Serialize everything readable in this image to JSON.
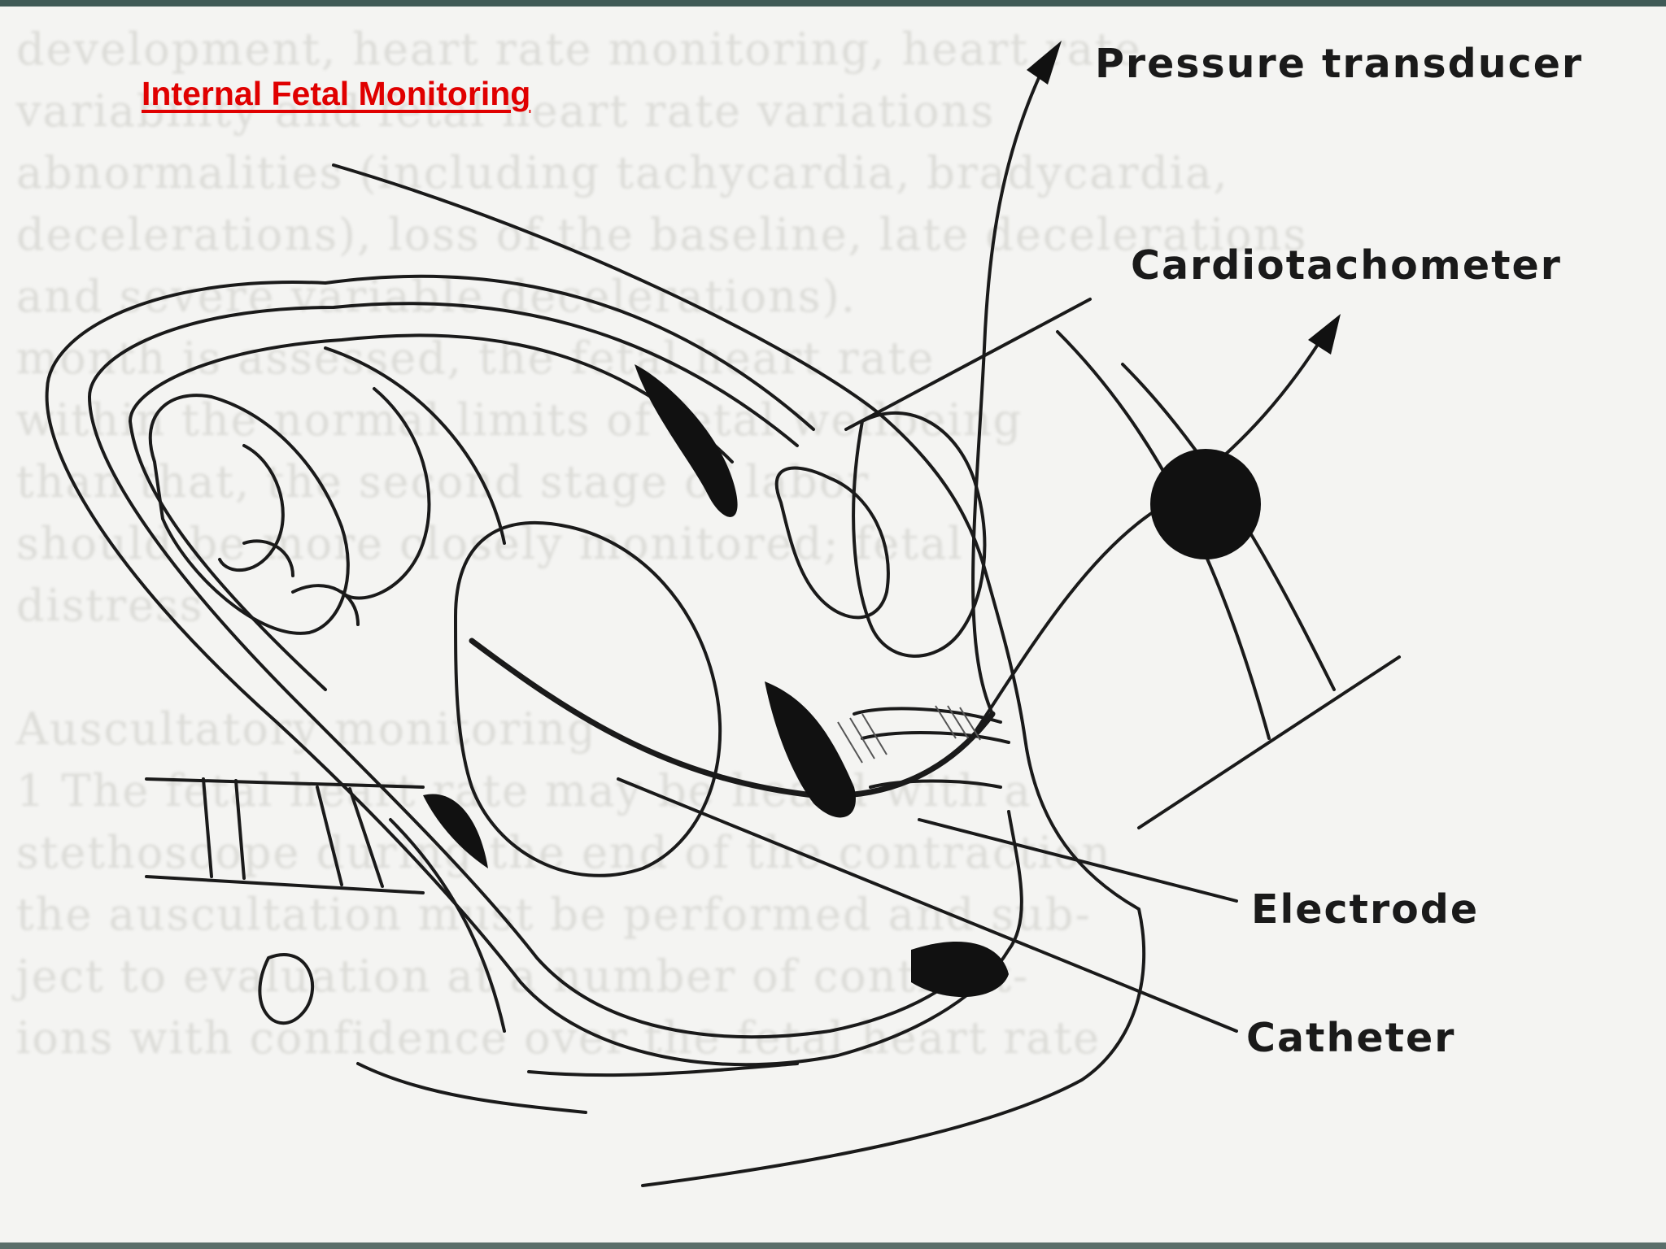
{
  "slide": {
    "title": "Internal Fetal Monitoring"
  },
  "background_scan_text": [
    "development, heart rate monitoring, heart rate",
    "variability and fetal heart rate variations",
    "abnormalities (including tachycardia, bradycardia,",
    "decelerations), loss of the baseline, late decelerations",
    "and severe variable decelerations).",
    "month is assessed, the fetal heart rate",
    "within the normal limits of fetal wellbeing",
    "than that, the second stage of labor",
    "should be more closely monitored; fetal",
    "distress",
    "",
    "Auscultatory monitoring",
    "1 The fetal heart rate may be heard with a",
    "stethoscope during the end of the contraction",
    "the auscultation must be performed and sub-",
    "ject to evaluation at a number of contract-",
    "ions with confidence over the fetal heart rate"
  ],
  "diagram": {
    "labels": {
      "pressure_transducer": "Pressure transducer",
      "cardiotachometer": "Cardiotachometer",
      "electrode": "Electrode",
      "catheter": "Catheter"
    }
  },
  "colors": {
    "title": "#e00000",
    "ink": "#1a1a1a",
    "background": "#f4f4f2",
    "top_band": "#3f5a56"
  }
}
